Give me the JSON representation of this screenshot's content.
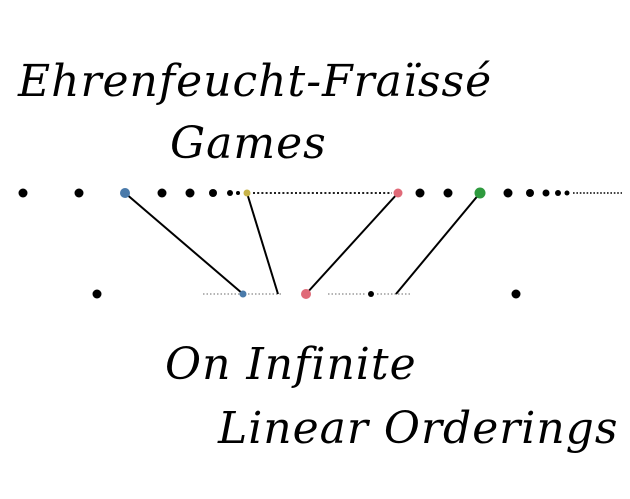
{
  "title": {
    "line1": "Ehrenfeucht-Fraïssé",
    "line2": "Games"
  },
  "subtitle": {
    "line1": "On Infinite",
    "line2": "Linear Orderings"
  },
  "colors": {
    "blue": "#4a7aaa",
    "yellow": "#c8b44a",
    "red": "#e06a78",
    "green": "#2e9a3e",
    "black": "#000000"
  }
}
